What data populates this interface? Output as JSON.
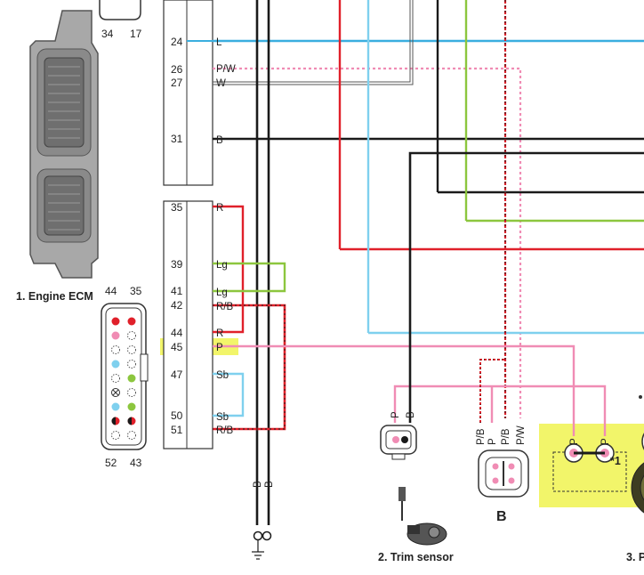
{
  "labels": {
    "engine_ecm": "1. Engine ECM",
    "trim_sensor": "2. Trim sensor",
    "part3": "3. P",
    "connector_b": "B",
    "note": "*1"
  },
  "ecm_connector_numbers": {
    "top_left": "44",
    "top_right": "35",
    "bottom_left": "52",
    "bottom_right": "43"
  },
  "upper_connector_numbers": [
    "34",
    "17"
  ],
  "upper_pins": [
    {
      "pin": "24",
      "wire": "L"
    },
    {
      "pin": "26",
      "wire": "P/W"
    },
    {
      "pin": "27",
      "wire": "W"
    },
    {
      "pin": "31",
      "wire": "B"
    }
  ],
  "lower_pins": [
    {
      "pin": "35",
      "wire": "R"
    },
    {
      "pin": "39",
      "wire": "Lg"
    },
    {
      "pin": "41",
      "wire": "Lg"
    },
    {
      "pin": "42",
      "wire": "R/B"
    },
    {
      "pin": "44",
      "wire": "R"
    },
    {
      "pin": "45",
      "wire": "P"
    },
    {
      "pin": "47",
      "wire": "Sb"
    },
    {
      "pin": "50",
      "wire": "Sb"
    },
    {
      "pin": "51",
      "wire": "R/B"
    }
  ],
  "ground_wires": [
    "B",
    "B"
  ],
  "trim_sensor_wires": [
    "P",
    "B"
  ],
  "connector_b_wires": [
    "P/B",
    "P",
    "P/B",
    "P/W"
  ],
  "part3_wires": [
    "P",
    "P"
  ],
  "highlight_color": "#f2f56a",
  "wire_colors": {
    "L": "#3aaedf",
    "P": "#f08cb4",
    "R": "#e0202a",
    "Lg": "#8cc63e",
    "Sb": "#7fd0ee",
    "B": "#1a1a1a"
  }
}
